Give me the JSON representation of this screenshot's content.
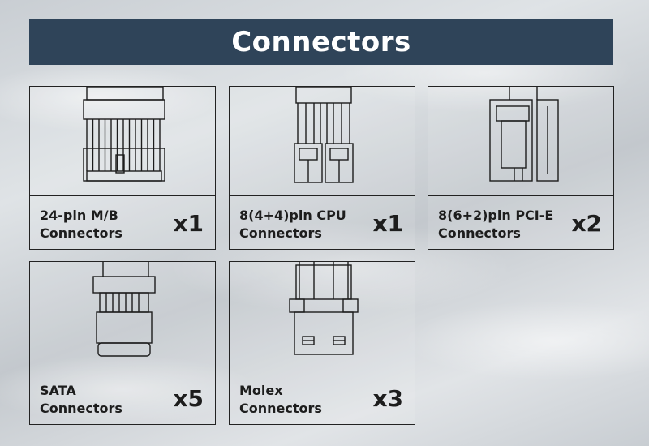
{
  "title": "Connectors",
  "cards": [
    {
      "line1": "24-pin M/B",
      "line2": "Connectors",
      "count": "x1",
      "icon": "atx-24pin-connector-icon"
    },
    {
      "line1": "8(4+4)pin CPU",
      "line2": "Connectors",
      "count": "x1",
      "icon": "cpu-8pin-connector-icon"
    },
    {
      "line1": "8(6+2)pin PCI-E",
      "line2": "Connectors",
      "count": "x2",
      "icon": "pcie-8pin-connector-icon"
    },
    {
      "line1": "SATA",
      "line2": "Connectors",
      "count": "x5",
      "icon": "sata-connector-icon"
    },
    {
      "line1": "Molex",
      "line2": "Connectors",
      "count": "x3",
      "icon": "molex-connector-icon"
    }
  ],
  "colors": {
    "banner": "#2f4459",
    "line": "#1c1c1c"
  }
}
